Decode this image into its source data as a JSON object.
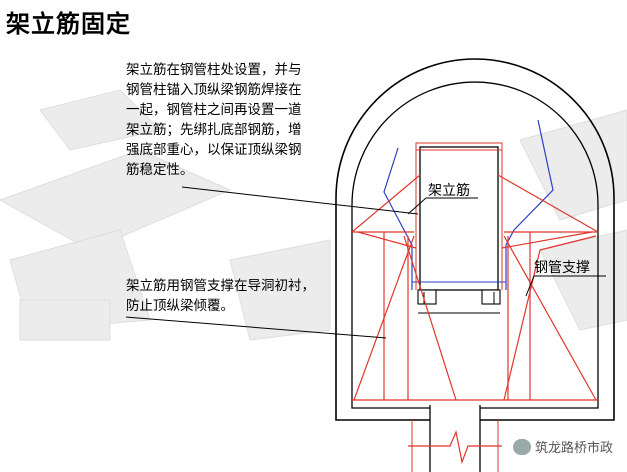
{
  "title": "架立筋固定",
  "notes": {
    "top_lines": [
      "架立筋在钢管柱处设置，并与",
      "钢管柱锚入顶纵梁钢筋焊接在",
      "一起，钢管柱之间再设置一道",
      "架立筋；先绑扎底部钢筋，增",
      "强底部重心，以保证顶纵梁钢",
      "筋稳定性。"
    ],
    "bottom_lines": [
      "架立筋用钢管支撑在导洞初衬，",
      "防止顶纵梁倾覆。"
    ]
  },
  "labels": {
    "rebar": "架立筋",
    "pipe_support": "钢管支撑"
  },
  "watermark": "筑龙路桥市政",
  "colors": {
    "outline": "#000000",
    "rebar_red": "#e0362c",
    "bar_blue": "#2b3fc4",
    "pattern_gray": "#e6e6e6"
  }
}
